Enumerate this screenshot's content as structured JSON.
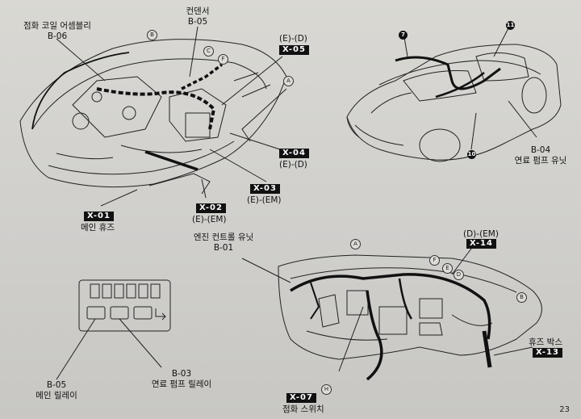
{
  "page_number": "23",
  "labels": {
    "coil_name": "점화 코일 어셈블리",
    "coil_code": "B-06",
    "condenser_name": "컨덴서",
    "condenser_code": "B-05",
    "ed_top": "(E)-(D)",
    "ed_mid": "(E)-(D)",
    "eem_mid": "(E)-(EM)",
    "eem_low": "(E)-(EM)",
    "main_fuse": "메인 휴즈",
    "fuel_pump_unit_name": "연료 펌프 유닛",
    "fuel_pump_unit_code": "B-04",
    "ecu_name": "엔진 컨트롤 유닛",
    "ecu_code": "B-01",
    "dem": "(D)-(EM)",
    "fuse_box": "휴즈 박스",
    "main_relay_code": "B-05",
    "main_relay_name": "메인 릴레이",
    "fuel_relay_code": "B-03",
    "fuel_relay_name": "연료 펌프 릴레이",
    "ignition_switch": "점화 스위치"
  },
  "tags": {
    "x05": "X-05",
    "x04": "X-04",
    "x03": "X-03",
    "x02": "X-02",
    "x01": "X-01",
    "x14": "X-14",
    "x13": "X-13",
    "x07": "X-07"
  },
  "circle_letters": {
    "b": "B",
    "c": "C",
    "f": "F",
    "a": "A",
    "h": "H",
    "e": "E",
    "d": "D",
    "n7": "7",
    "n11": "11",
    "n10": "10"
  }
}
